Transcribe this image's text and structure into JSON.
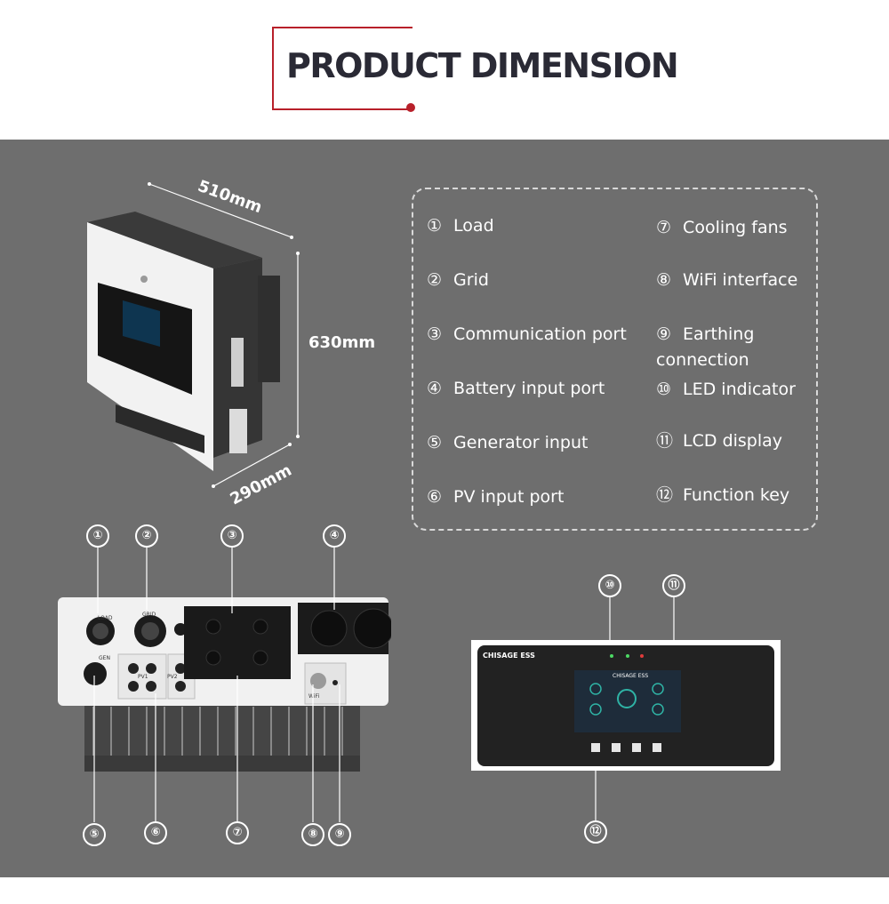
{
  "title": "PRODUCT DIMENSION",
  "dimensions": {
    "width": "510mm",
    "height": "630mm",
    "depth": "290mm"
  },
  "legend": [
    {
      "n": "①",
      "label": "Load"
    },
    {
      "n": "②",
      "label": "Grid"
    },
    {
      "n": "③",
      "label": "Communication port"
    },
    {
      "n": "④",
      "label": "Battery input port"
    },
    {
      "n": "⑤",
      "label": "Generator input"
    },
    {
      "n": "⑥",
      "label": "PV input port"
    },
    {
      "n": "⑦",
      "label": "Cooling fans"
    },
    {
      "n": "⑧",
      "label": "WiFi interface"
    },
    {
      "n": "⑨",
      "label": "Earthing connection"
    },
    {
      "n": "⑩",
      "label": "LED indicator"
    },
    {
      "n": "⑪",
      "label": "LCD display"
    },
    {
      "n": "⑫",
      "label": "Function key"
    }
  ],
  "callouts": [
    "①",
    "②",
    "③",
    "④",
    "⑤",
    "⑥",
    "⑦",
    "⑧",
    "⑨",
    "⑩",
    "⑪",
    "⑫"
  ],
  "ports": {
    "load": "LOAD",
    "grid": "GRID",
    "gen": "GEN",
    "pv1": "PV1",
    "pv2": "PV2",
    "wifi": "WiFi"
  },
  "front": {
    "brand": "CHISAGE ESS",
    "screen_title": "CHISAGE ESS"
  },
  "colors": {
    "accent": "#b8202a",
    "panel": "#6e6e6e",
    "title": "#2a2a35"
  }
}
